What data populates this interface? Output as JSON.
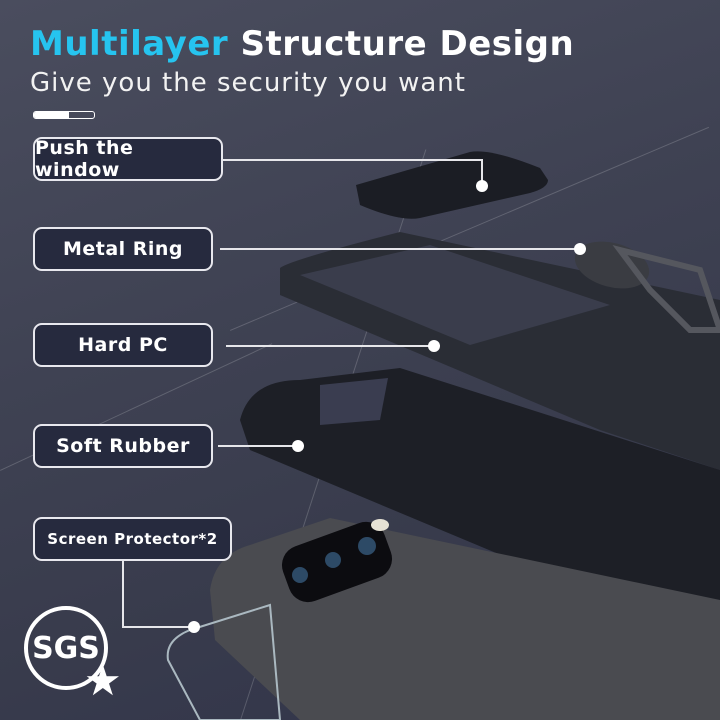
{
  "header": {
    "title_accent": "Multilayer",
    "title_rest": "Structure Design",
    "subtitle": "Give you the security you want"
  },
  "colors": {
    "accent": "#26c4ef",
    "label_bg": "#262a3e",
    "background": "#3f4253"
  },
  "labels": [
    {
      "text": "Push the window"
    },
    {
      "text": "Metal Ring"
    },
    {
      "text": "Hard PC"
    },
    {
      "text": "Soft Rubber"
    },
    {
      "text": "Screen Protector*2"
    }
  ],
  "badge": {
    "text": "SGS",
    "icon": "star-icon"
  }
}
